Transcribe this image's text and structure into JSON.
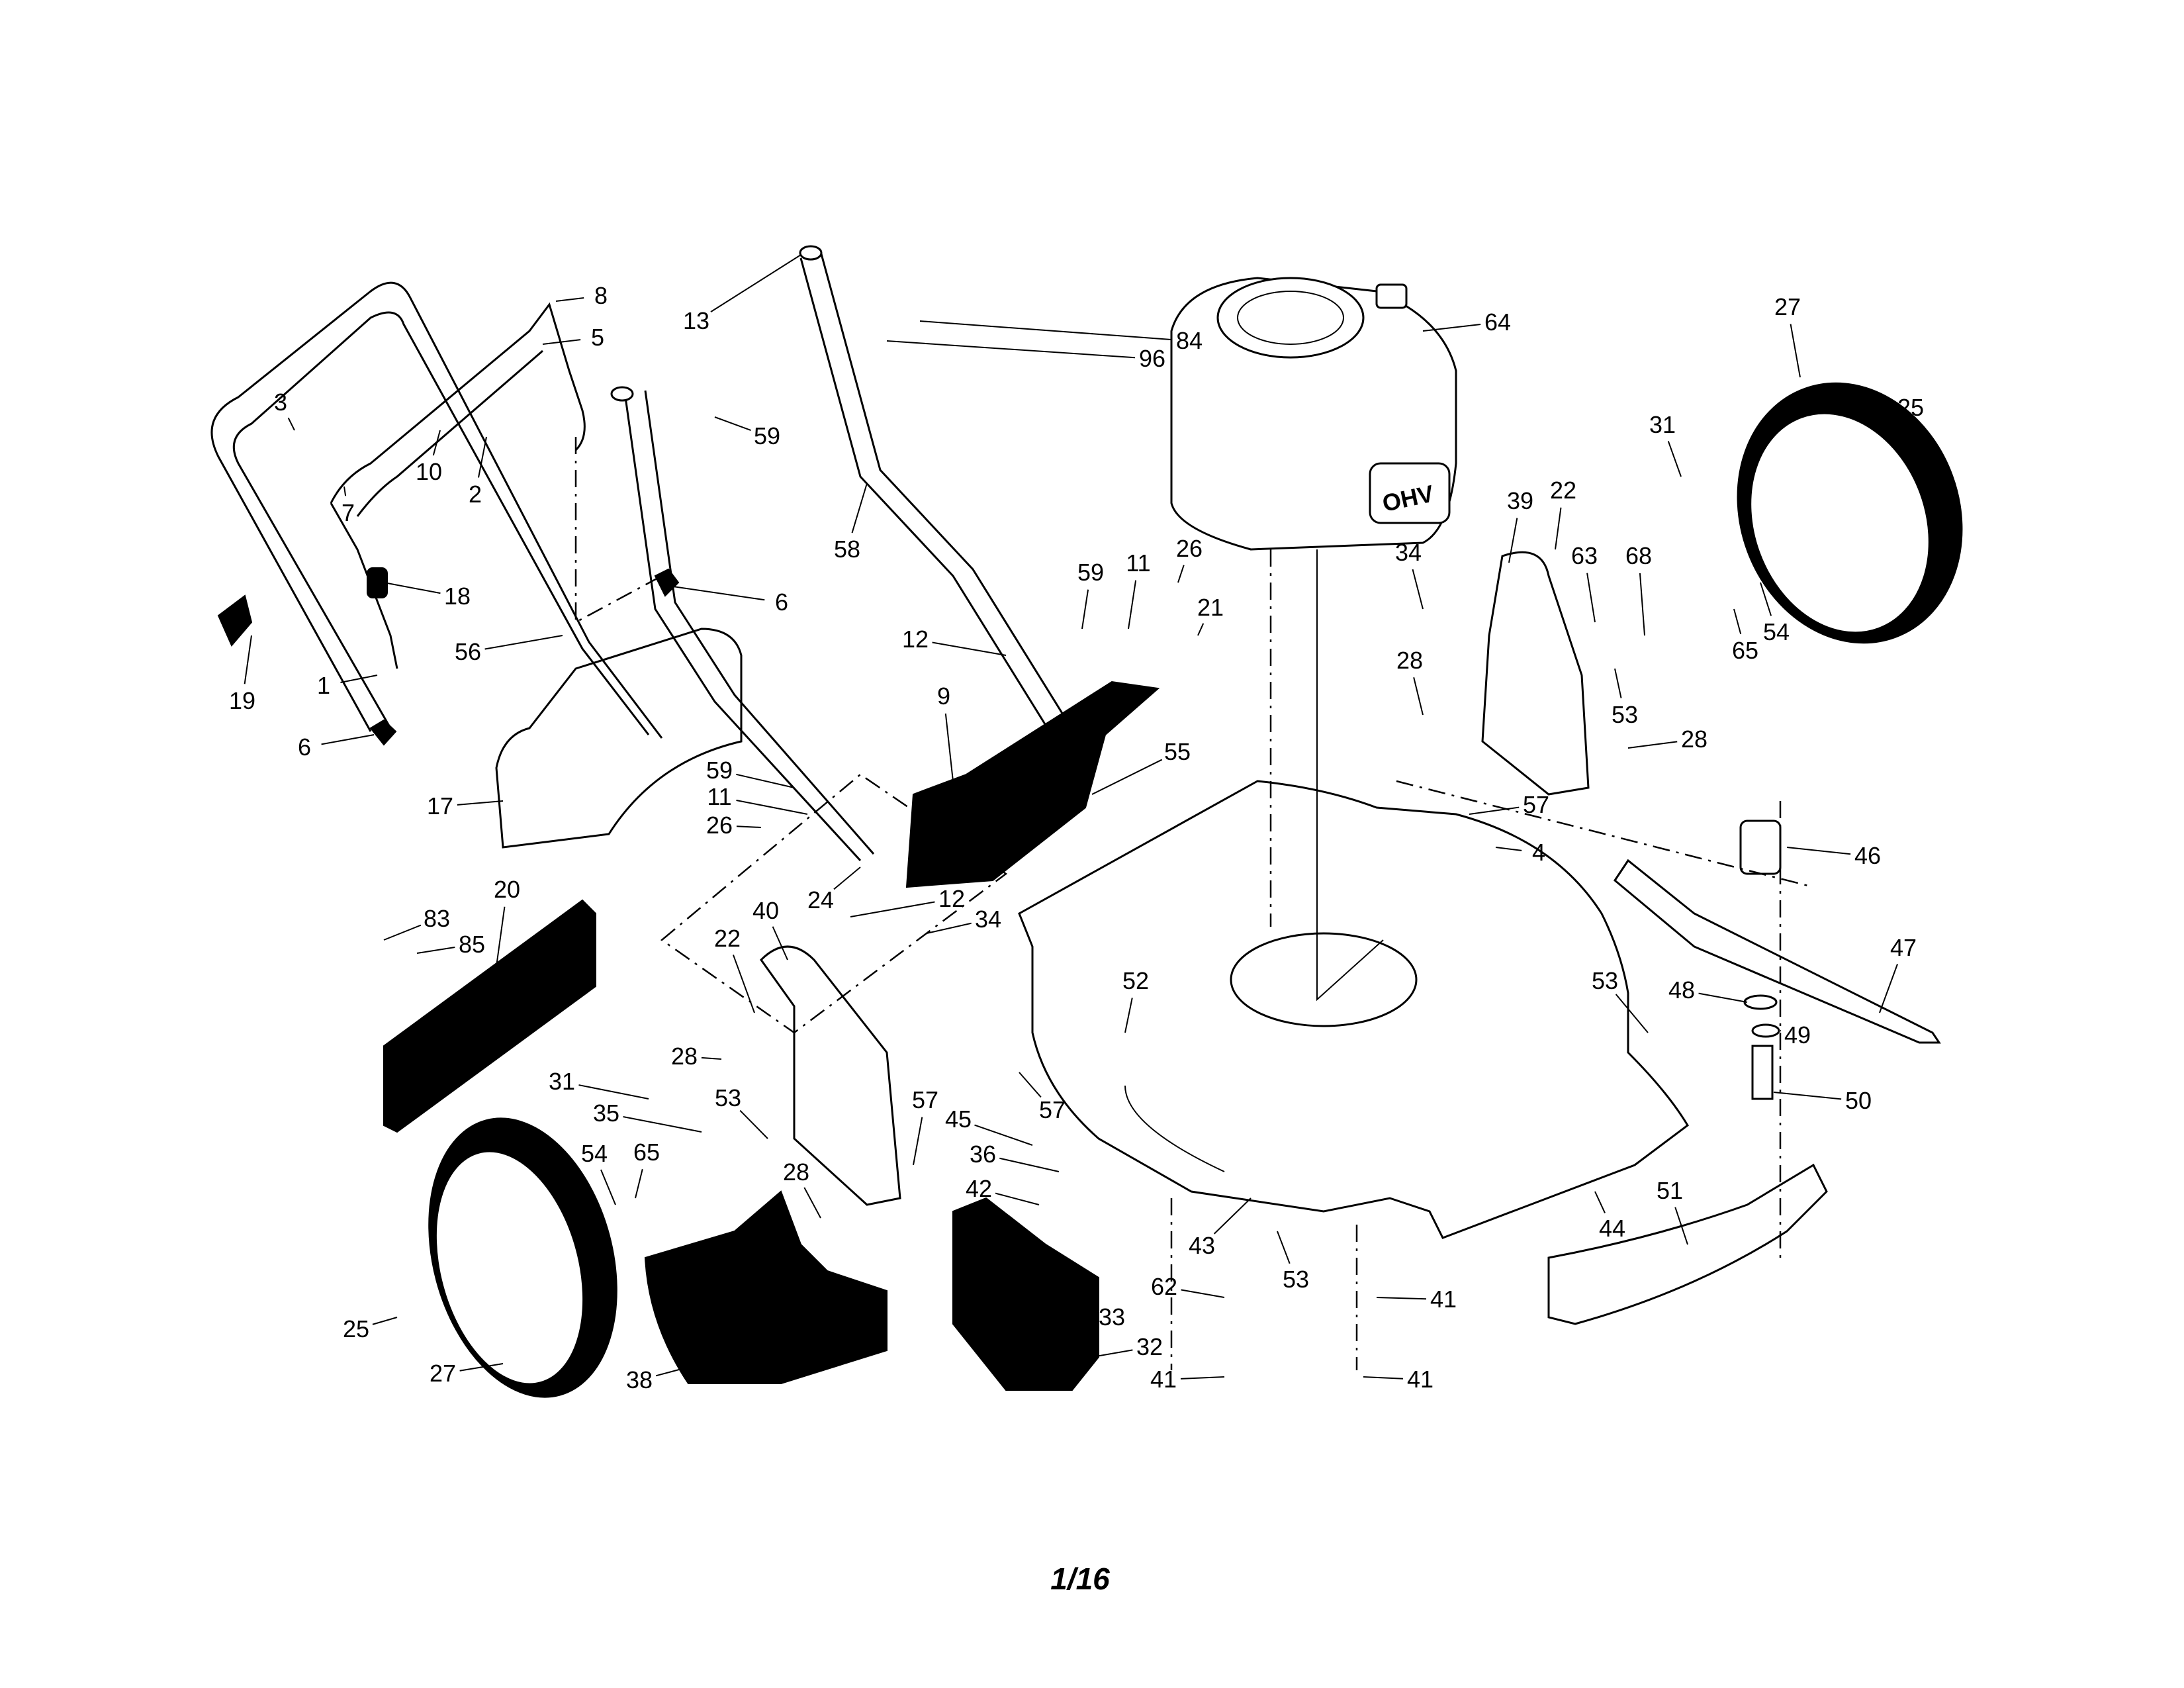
{
  "page": {
    "page_number": "1/16"
  },
  "diagram": {
    "engine_badge": "OHV",
    "callouts": [
      "8",
      "5",
      "13",
      "84",
      "96",
      "64",
      "27",
      "25",
      "3",
      "10",
      "2",
      "7",
      "59",
      "58",
      "31",
      "39",
      "22",
      "18",
      "6",
      "59",
      "11",
      "26",
      "21",
      "34",
      "63",
      "68",
      "65",
      "54",
      "12",
      "19",
      "1",
      "56",
      "28",
      "53",
      "6",
      "9",
      "55",
      "28",
      "17",
      "59",
      "11",
      "26",
      "57",
      "4",
      "46",
      "24",
      "12",
      "34",
      "20",
      "83",
      "85",
      "40",
      "22",
      "52",
      "53",
      "47",
      "48",
      "49",
      "28",
      "31",
      "53",
      "35",
      "57",
      "45",
      "57",
      "50",
      "36",
      "54",
      "65",
      "28",
      "42",
      "44",
      "51",
      "43",
      "53",
      "62",
      "41",
      "33",
      "32",
      "25",
      "27",
      "38",
      "41",
      "41"
    ]
  },
  "colors": {
    "ink": "#000000",
    "paper": "#ffffff"
  }
}
